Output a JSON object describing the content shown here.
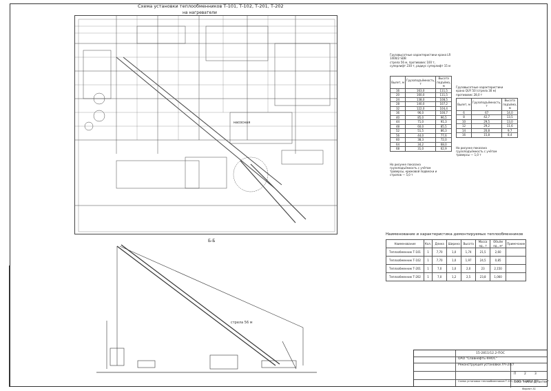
{
  "plan": {
    "title": "Схема установки теплообменников Т-101, Т-102, Т-201, Т-202",
    "subtitle": "на нагреватели",
    "building_label": "насосная"
  },
  "table1": {
    "caption": "Грузовысотные характеристики крана LR 1400/2 SDB",
    "caption2": "стрела 56 м, противовес 100 т, суперлифт 230 т, радиус суперлифт 15 м",
    "headers": [
      "Вылет, м",
      "Грузоподъёмность, т",
      "Высота подъёма, м"
    ],
    "rows": [
      [
        "16",
        "163,0",
        "111,5"
      ],
      [
        "20",
        "160,0",
        "111,5"
      ],
      [
        "24",
        "138,0",
        "108,5"
      ],
      [
        "28",
        "140,0",
        "107,2"
      ],
      [
        "32",
        "122,0",
        "104,4"
      ],
      [
        "36",
        "96,0",
        "100,7"
      ],
      [
        "40",
        "85,0",
        "96,5"
      ],
      [
        "44",
        "71,0",
        "91,3"
      ],
      [
        "48",
        "60,0",
        "85,5"
      ],
      [
        "52",
        "51,5",
        "86,3"
      ],
      [
        "56",
        "44,0",
        "77,6"
      ],
      [
        "60",
        "38,3",
        "72,0"
      ],
      [
        "64",
        "34,2",
        "68,0"
      ],
      [
        "68",
        "31,0",
        "62,9"
      ]
    ],
    "note": "На рисунке показана грузоподъёмность с учётом траверсы, крюковой подвески и стропов — 5,0 т"
  },
  "table2": {
    "caption": "Грузовысотные характеристики крана QUY 50 (стрела 30 м)",
    "caption2": "противовес 28,0 т",
    "headers": [
      "Вылет, м",
      "Грузоподъёмность, т",
      "Высота подъёма, м"
    ],
    "rows": [
      [
        "6",
        "67",
        "14,0"
      ],
      [
        "8",
        "42,7",
        "13,5"
      ],
      [
        "10",
        "29,5",
        "13,0"
      ],
      [
        "12",
        "29,2",
        "11,6"
      ],
      [
        "14",
        "20,8",
        "9,7"
      ],
      [
        "16",
        "15,8",
        "8,4"
      ]
    ],
    "note": "На рисунке показана грузоподъёмность с учётом траверсы — 1,0 т"
  },
  "section_label": "Б-Б",
  "crane_label": "стрела 56 м",
  "table3": {
    "caption": "Наименование и характеристика демонтируемых теплообменников",
    "headers": [
      "Наименование",
      "Кол.",
      "Длина",
      "Ширина",
      "Высота",
      "Масса ед., т",
      "Объём ед., м³",
      "Примечание"
    ],
    "rows": [
      [
        "Теплообменник Т-101",
        "1",
        "7,70",
        "1,0",
        "1,74",
        "21,5",
        "2,60",
        ""
      ],
      [
        "Теплообменник Т-102",
        "1",
        "7,70",
        "1,0",
        "1,97",
        "24,5",
        "0,85",
        ""
      ],
      [
        "Теплообменник Т-201",
        "1",
        "7,0",
        "1,0",
        "2,0",
        "23",
        "2,150",
        ""
      ],
      [
        "Теплообменник Т-202",
        "1",
        "7,0",
        "1,2",
        "2,5",
        "23,8",
        "1,060",
        ""
      ]
    ]
  },
  "title_block": {
    "doc_number": "15-2811/12.2-ПОС",
    "company": "ОАО \"Славнефть-ЯНОС\"",
    "object": "Реконструкция установки ЛЧ-24/7",
    "stage": "П",
    "sheet": "2",
    "sheets": "3",
    "drawing_title": "Схема установки теплообменников Т-101, Т-102, Т-201, Т-202",
    "developer": "ООО \"НИПИ ДГантек\"",
    "format": "Формат А1"
  }
}
